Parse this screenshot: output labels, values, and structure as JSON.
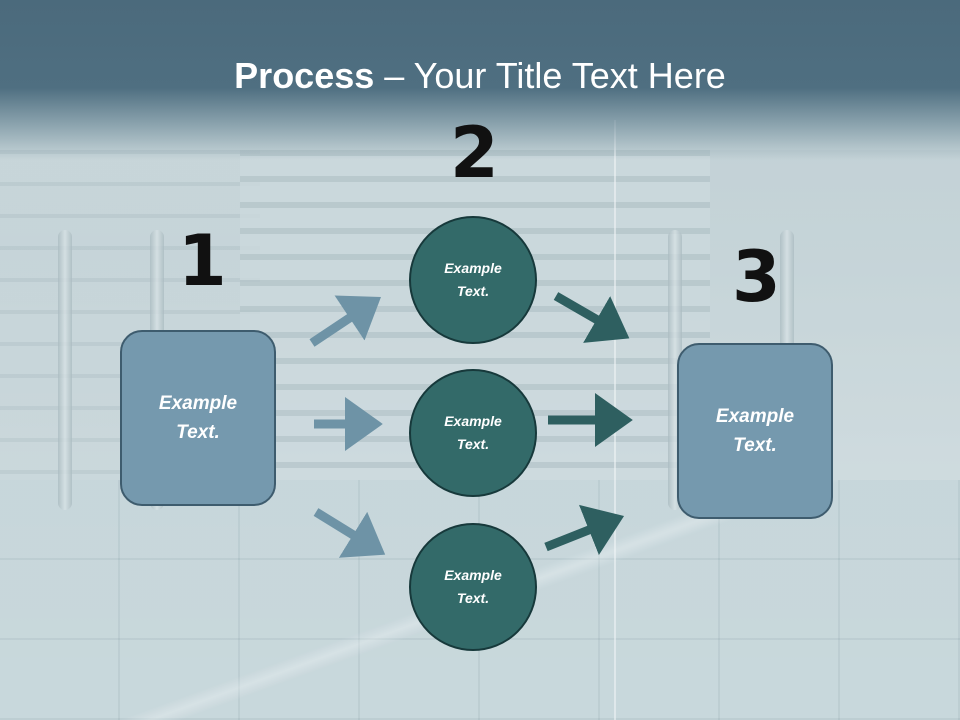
{
  "slide": {
    "title_bold": "Process",
    "title_rest": " – Your Title Text Here",
    "numbers": [
      "1",
      "2",
      "3"
    ],
    "left_box": "Example Text.",
    "right_box": "Example Text.",
    "circles": [
      "Example Text.",
      "Example Text.",
      "Example Text."
    ]
  },
  "colors": {
    "title_band": "#4f6f81",
    "box_fill": "#7599ae",
    "circle_fill": "#336a69",
    "arrow_light": "#6e93a6",
    "arrow_dark": "#2e5f60"
  }
}
